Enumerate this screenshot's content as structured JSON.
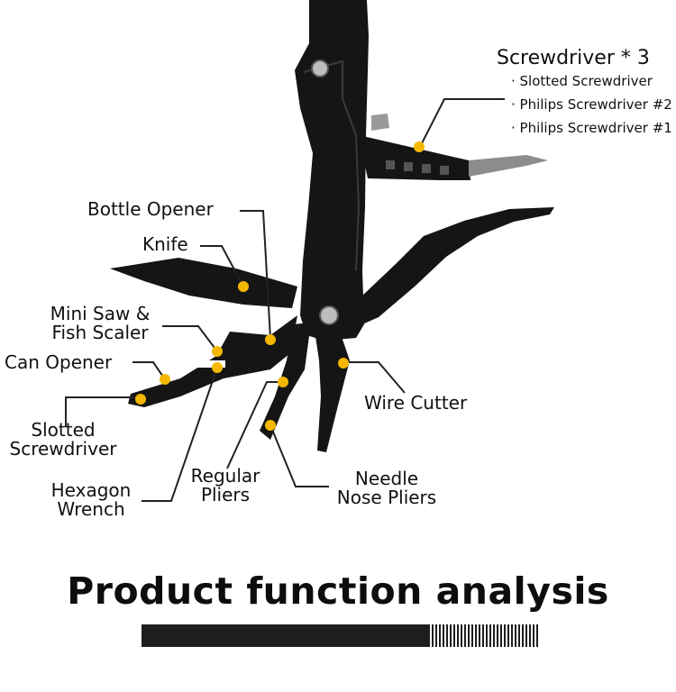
{
  "screwdriver_set": {
    "title": "Screwdriver * 3",
    "items": [
      "· Slotted Screwdriver",
      "· Philips Screwdriver #2",
      "· Philips Screwdriver #1"
    ]
  },
  "labels": {
    "bottle_opener": "Bottle Opener",
    "knife": "Knife",
    "mini_saw_line1": "Mini Saw &",
    "mini_saw_line2": "Fish Scaler",
    "can_opener": "Can Opener",
    "slotted_line1": "Slotted",
    "slotted_line2": "Screwdriver",
    "hexagon_line1": "Hexagon",
    "hexagon_line2": "Wrench",
    "regular_line1": "Regular",
    "regular_line2": "Pliers",
    "needle_line1": "Needle",
    "needle_line2": "Nose Pliers",
    "wire_cutter": "Wire Cutter"
  },
  "heading": "Product function analysis",
  "colors": {
    "marker": "#f5b800",
    "tool": "#141414",
    "text": "#111111"
  }
}
